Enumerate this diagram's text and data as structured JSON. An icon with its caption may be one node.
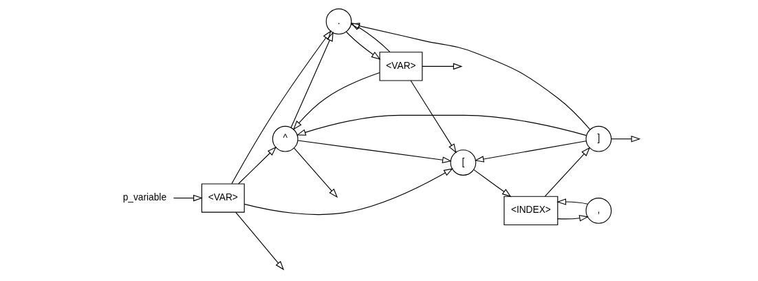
{
  "diagram": {
    "nodes": [
      {
        "text": [
          "p_variable"
        ]
      },
      {
        "text": [
          "<VAR>"
        ]
      },
      {
        "text": [
          "^"
        ]
      },
      {
        "text": [
          "."
        ]
      },
      {
        "text": [
          "<VAR>"
        ]
      },
      {
        "text": [
          "["
        ]
      },
      {
        "text": [
          "<INDEX>"
        ]
      },
      {
        "text": [
          ","
        ]
      },
      {
        "text": [
          "]"
        ]
      }
    ],
    "edges": [
      {
        "from": 0,
        "to": 1,
        "arrow": "to"
      },
      {
        "from": 1,
        "to": 2,
        "arrow": "to"
      },
      {
        "from": 1,
        "to": 3,
        "arrow": "to"
      },
      {
        "from": 1,
        "to": 5,
        "arrow": "to"
      },
      {
        "from": 1,
        "to": null,
        "arrow": "to"
      },
      {
        "from": 2,
        "to": 3,
        "arrow": "to"
      },
      {
        "from": 2,
        "to": 5,
        "arrow": "to"
      },
      {
        "from": 2,
        "to": null,
        "arrow": "to"
      },
      {
        "from": 3,
        "to": 4,
        "arrow": "to"
      },
      {
        "from": 4,
        "to": 2,
        "arrow": "to"
      },
      {
        "from": 4,
        "to": 3,
        "arrow": "to"
      },
      {
        "from": 4,
        "to": 5,
        "arrow": "to"
      },
      {
        "from": 4,
        "to": null,
        "arrow": "to"
      },
      {
        "from": 5,
        "to": 6,
        "arrow": "to"
      },
      {
        "from": 6,
        "to": 8,
        "arrow": "to"
      },
      {
        "from": 6,
        "to": 7,
        "arrow": "to"
      },
      {
        "from": 7,
        "to": 6,
        "arrow": "to"
      },
      {
        "from": 8,
        "to": 2,
        "arrow": "to"
      },
      {
        "from": 8,
        "to": 3,
        "arrow": "to"
      },
      {
        "from": 8,
        "to": 5,
        "arrow": "to"
      },
      {
        "from": 8,
        "to": null,
        "arrow": "to"
      }
    ]
  }
}
